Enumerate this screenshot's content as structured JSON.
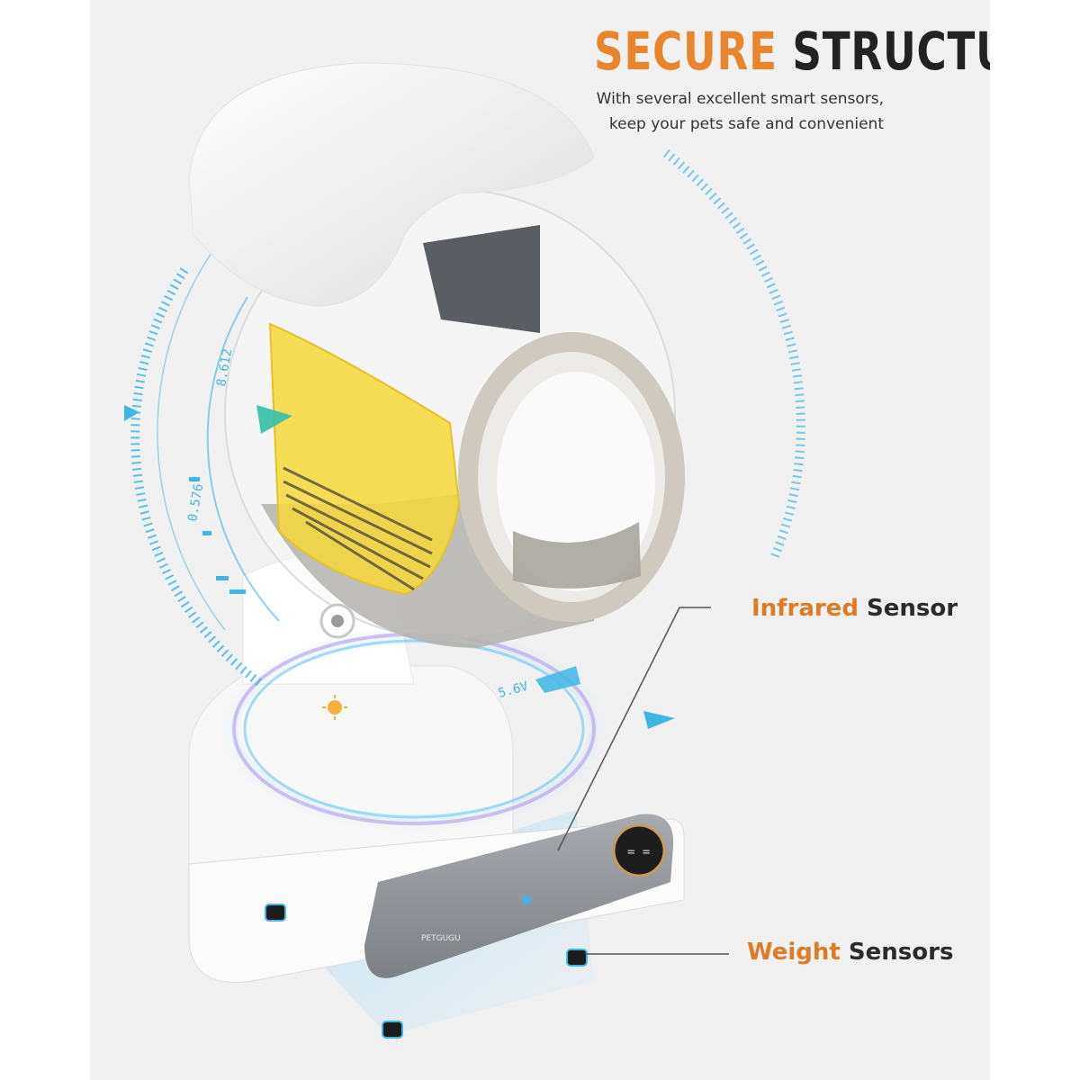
{
  "headline": {
    "accent_word": "SECURE",
    "main_word": "STRUCTURE",
    "subtitle_line1": "With several excellent smart sensors,",
    "subtitle_line2": "keep your pets safe and convenient"
  },
  "callouts": {
    "infrared": {
      "highlight": "Infrared",
      "rest": " Sensor"
    },
    "weight": {
      "highlight": "Weight",
      "rest": " Sensors"
    }
  },
  "brand_mark": "PETGUGU",
  "hud_numbers": [
    "8.612",
    "0.576",
    "5.6V"
  ],
  "colors": {
    "accent_orange": "#e9852d",
    "hud_cyan": "#3fb6e6",
    "litter_yellow": "#f7d73a",
    "base_gray": "#8f9296",
    "background": "#f1f1f1"
  },
  "icons": [
    "sun-icon",
    "power-button-icon",
    "display-panel-icon",
    "weight-sensor-icon"
  ]
}
